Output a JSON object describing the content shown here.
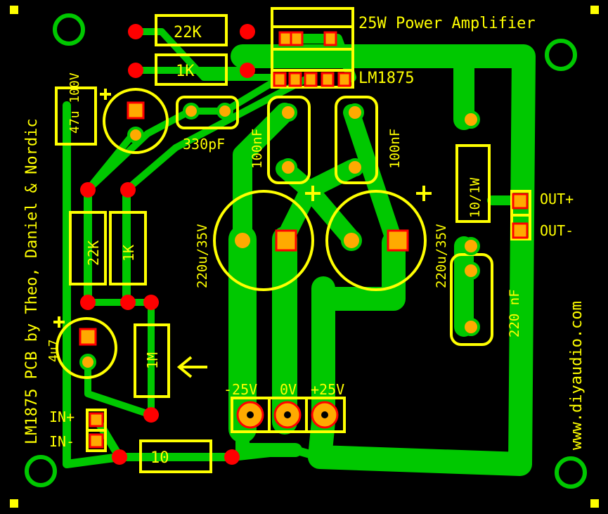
{
  "board": {
    "title": "25W Power Amplifier",
    "chip": "LM1875",
    "credit": "LM1875 PCB by Theo, Daniel & Nordic",
    "website": "www.diyaudio.com"
  },
  "components": {
    "r_22k_top": "22K",
    "r_1k_top": "1K",
    "c_47u": "47u 100V",
    "c_330pf": "330pF",
    "c_100nf_left": "100nF",
    "c_100nf_right": "100nF",
    "c_220u_left": "220u/35V",
    "c_220u_right": "220u/35V",
    "r_22k_side": "22K",
    "r_1k_side": "1K",
    "c_4u7": "4u7",
    "r_1m": "1M",
    "r_10": "10",
    "r_10_1w": "10/1W",
    "c_220nf": "220 nF"
  },
  "terminals": {
    "out_plus": "OUT+",
    "out_minus": "OUT-",
    "in_plus": "IN+",
    "in_minus": "IN-",
    "neg_supply": "-25V",
    "ground": "0V",
    "pos_supply": "+25V"
  },
  "polarity": {
    "plus": "+"
  },
  "colors": {
    "board": "#000000",
    "copper": "#00c800",
    "silkscreen": "#ffff00",
    "pad": "#ff0000",
    "pad_hole": "#ffaa00"
  },
  "icons": {
    "input_arrow": "arrow-left-icon",
    "mounting_hole": "mounting-hole-icon"
  }
}
